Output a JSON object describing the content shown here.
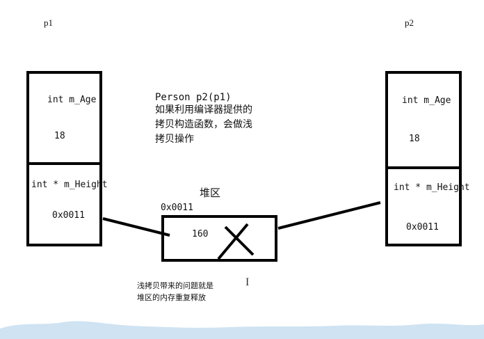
{
  "p1": {
    "title": "p1",
    "field1": "int m_Age",
    "value1": "18",
    "field2": "int * m_Height",
    "value2": "0x0011"
  },
  "p2": {
    "title": "p2",
    "field1": "int  m_Age",
    "value1": "18",
    "field2": "int * m_Height",
    "value2": "0x0011"
  },
  "note": {
    "line1": "Person p2(p1)",
    "line2": "如果利用编译器提供的",
    "line3": "拷贝构造函数，会做浅",
    "line4": "拷贝操作"
  },
  "heap": {
    "label": "堆区",
    "address": "0x0011",
    "value": "160"
  },
  "bottom_note": {
    "line1": "浅拷贝带来的问题就是",
    "line2": "堆区的内存重复释放"
  },
  "cursor_glyph": "I"
}
